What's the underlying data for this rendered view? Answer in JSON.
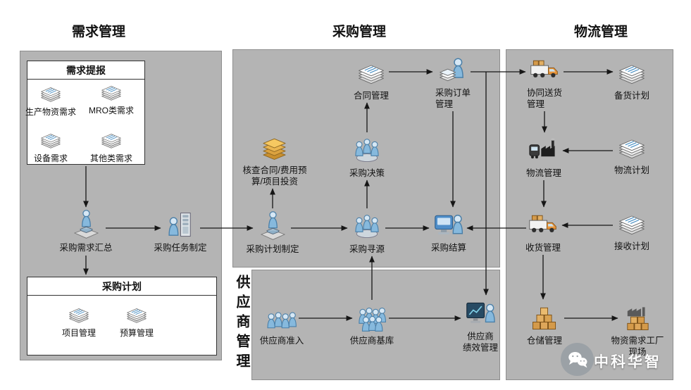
{
  "watermark": {
    "brand": "中科华智",
    "icon": "wechat-chat-icon"
  },
  "colors": {
    "panel": "#b4b4b4",
    "accent_blue": "#4a90c4",
    "truck_orange": "#e8953a",
    "box_tan": "#d49a4a"
  },
  "sections": {
    "demand": {
      "title": "需求管理"
    },
    "procurement": {
      "title": "采购管理"
    },
    "logistics": {
      "title": "物流管理"
    },
    "supplier": {
      "title": "供应商管理"
    }
  },
  "boxes": {
    "demand_submission": {
      "title": "需求提报"
    },
    "purchase_plan": {
      "title": "采购计划"
    }
  },
  "nodes": {
    "production_demand": {
      "label": "生产物资需求",
      "icon": "document-stack"
    },
    "mro_demand": {
      "label": "MRO类需求",
      "icon": "document-stack"
    },
    "equipment_demand": {
      "label": "设备需求",
      "icon": "document-stack"
    },
    "other_demand": {
      "label": "其他类需求",
      "icon": "document-stack"
    },
    "demand_summary": {
      "label": "采购需求汇总",
      "icon": "person-laptop"
    },
    "task_formulation": {
      "label": "采购任务制定",
      "icon": "person-server-cabinet"
    },
    "project_mgmt": {
      "label": "项目管理",
      "icon": "document-stack"
    },
    "budget_mgmt": {
      "label": "预算管理",
      "icon": "document-stack"
    },
    "contract_mgmt": {
      "label": "合同管理",
      "icon": "document-stack"
    },
    "po_mgmt": {
      "label": "采购订单\n管理",
      "icon": "person-documents"
    },
    "verify_budget": {
      "label": "核查合同/费用预\n算/项目投资",
      "icon": "folder-stack"
    },
    "decision": {
      "label": "采购决策",
      "icon": "people-meeting"
    },
    "plan_formulation": {
      "label": "采购计划制定",
      "icon": "person-laptop"
    },
    "sourcing": {
      "label": "采购寻源",
      "icon": "people-meeting"
    },
    "settlement": {
      "label": "采购结算",
      "icon": "person-terminal"
    },
    "delivery_mgmt": {
      "label": "协同送货\n管理",
      "icon": "delivery-truck"
    },
    "stock_plan": {
      "label": "备货计划",
      "icon": "document-stack"
    },
    "logistics_mgmt": {
      "label": "物流管理",
      "icon": "truck-factory"
    },
    "logistics_plan": {
      "label": "物流计划",
      "icon": "document-stack"
    },
    "receiving_mgmt": {
      "label": "收货管理",
      "icon": "delivery-truck"
    },
    "receiving_plan": {
      "label": "接收计划",
      "icon": "document-stack"
    },
    "warehouse_mgmt": {
      "label": "仓储管理",
      "icon": "boxes-pyramid"
    },
    "factory_site": {
      "label": "物资需求工厂\n现场",
      "icon": "factory-boxes"
    },
    "supplier_access": {
      "label": "供应商准入",
      "icon": "people-row"
    },
    "supplier_base": {
      "label": "供应商基库",
      "icon": "people-crowd"
    },
    "supplier_perf": {
      "label": "供应商\n绩效管理",
      "icon": "person-monitor"
    }
  }
}
